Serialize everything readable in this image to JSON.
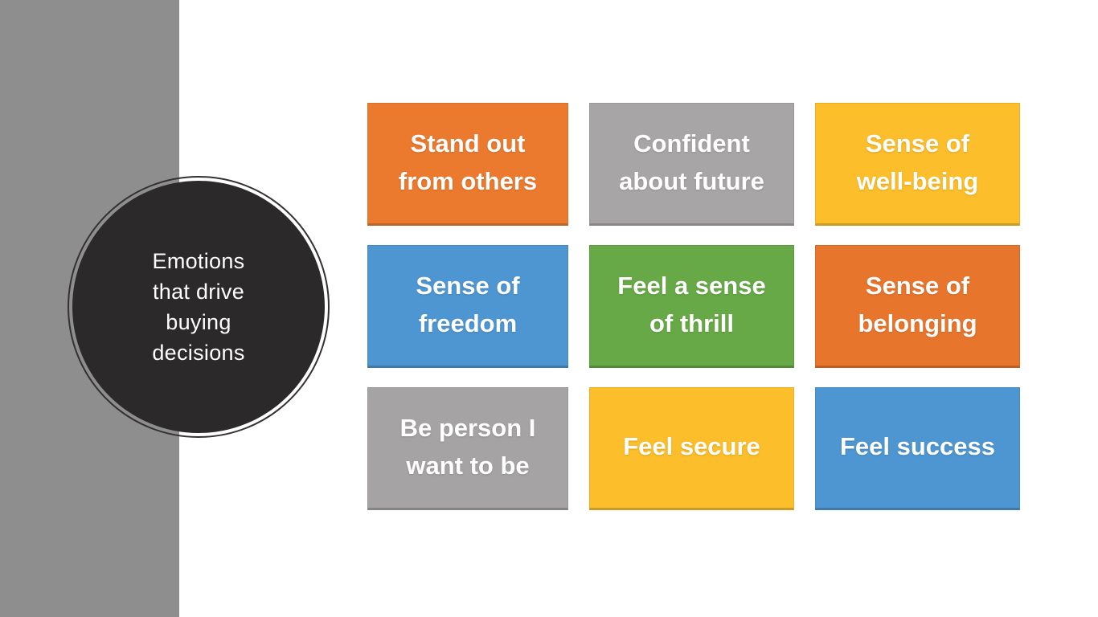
{
  "slide": {
    "background": "#ffffff",
    "side_bar_color": "#8E8E8E"
  },
  "circle": {
    "fill": "#2B292A",
    "ring": "#333132",
    "text_color": "#FFFFFF",
    "lines": [
      "Emotions",
      "that drive",
      "buying",
      "decisions"
    ]
  },
  "grid": {
    "boxes": [
      {
        "id": "stand-out-from-others",
        "color": "#EB7A2F",
        "lines": [
          "Stand out",
          "from others"
        ]
      },
      {
        "id": "confident-about-future",
        "color": "#A7A5A5",
        "lines": [
          "Confident",
          "about future"
        ]
      },
      {
        "id": "sense-of-well-being",
        "color": "#FCBE2A",
        "lines": [
          "Sense of",
          "well-being"
        ]
      },
      {
        "id": "sense-of-freedom",
        "color": "#4E96D1",
        "lines": [
          "Sense of",
          "freedom"
        ]
      },
      {
        "id": "feel-a-sense-of-thrill",
        "color": "#67A946",
        "lines": [
          "Feel a sense",
          "of thrill"
        ]
      },
      {
        "id": "sense-of-belonging",
        "color": "#E8752C",
        "lines": [
          "Sense of",
          "belonging"
        ]
      },
      {
        "id": "be-person-i-want-to-be",
        "color": "#A5A3A3",
        "lines": [
          "Be person I",
          "want to be"
        ]
      },
      {
        "id": "feel-secure",
        "color": "#FCBE2A",
        "lines": [
          "Feel secure"
        ]
      },
      {
        "id": "feel-success",
        "color": "#4E96D1",
        "lines": [
          "Feel success"
        ]
      }
    ]
  }
}
